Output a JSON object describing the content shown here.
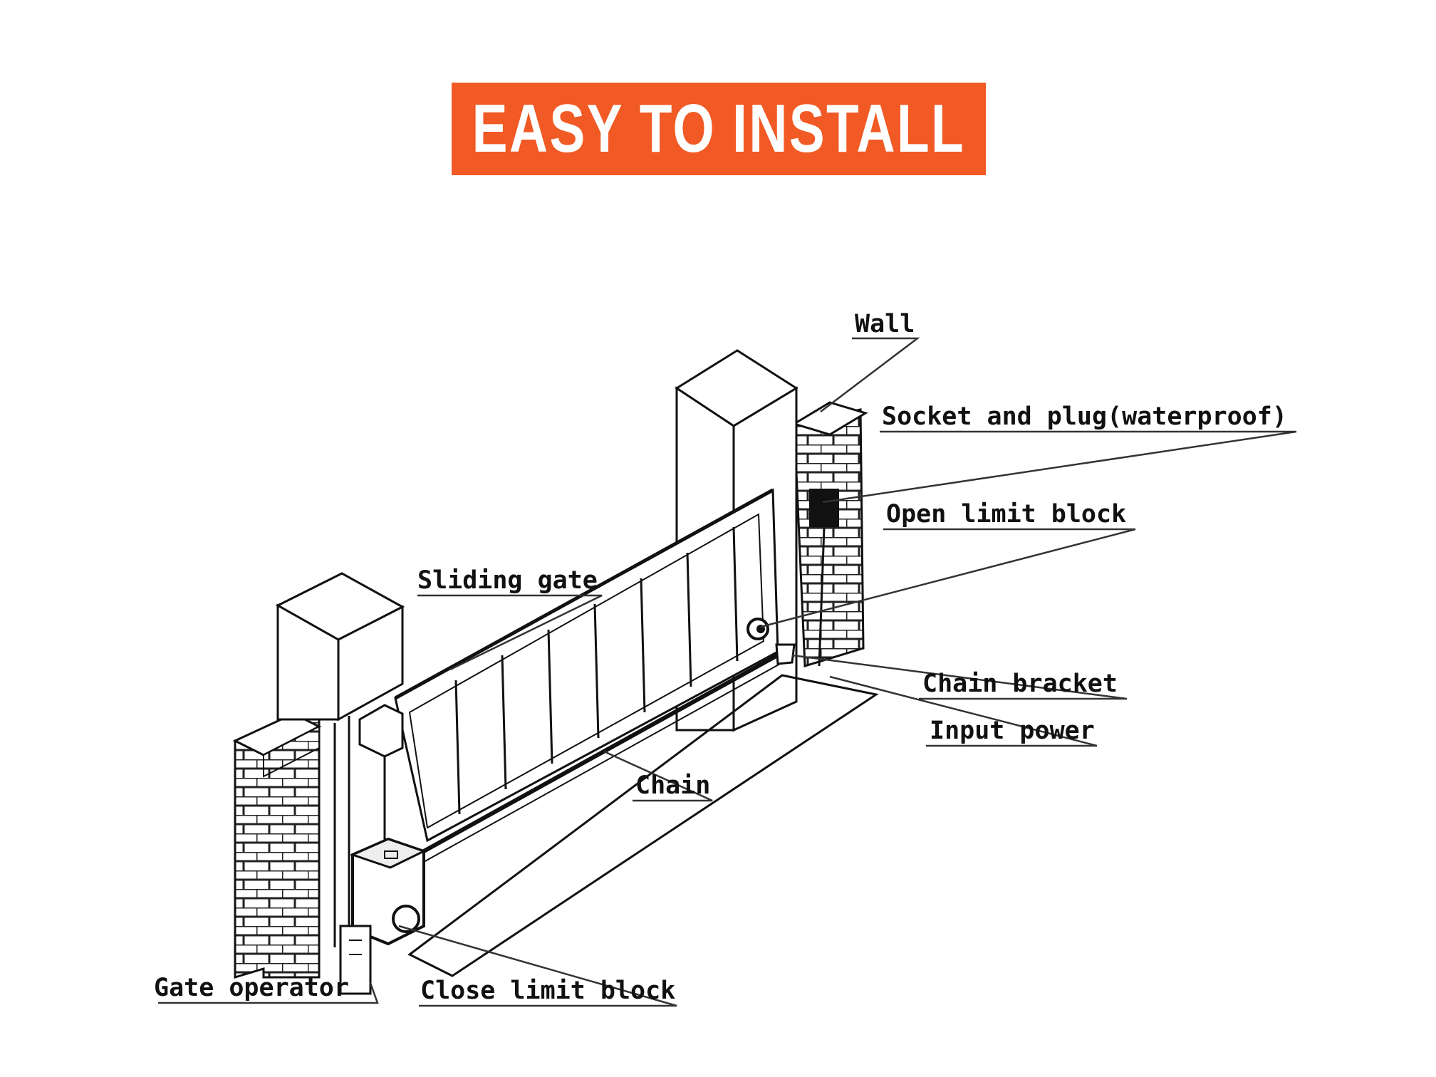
{
  "banner": {
    "title": "EASY TO INSTALL",
    "background": "#f15a24"
  },
  "diagram": {
    "labels": {
      "wall": "Wall",
      "socket": "Socket and plug(waterproof)",
      "open_limit": "Open limit block",
      "sliding_gate": "Sliding gate",
      "chain_bracket": "Chain bracket",
      "input_power": "Input power",
      "chain": "Chain",
      "gate_operator": "Gate operator",
      "close_limit": "Close limit block"
    }
  }
}
